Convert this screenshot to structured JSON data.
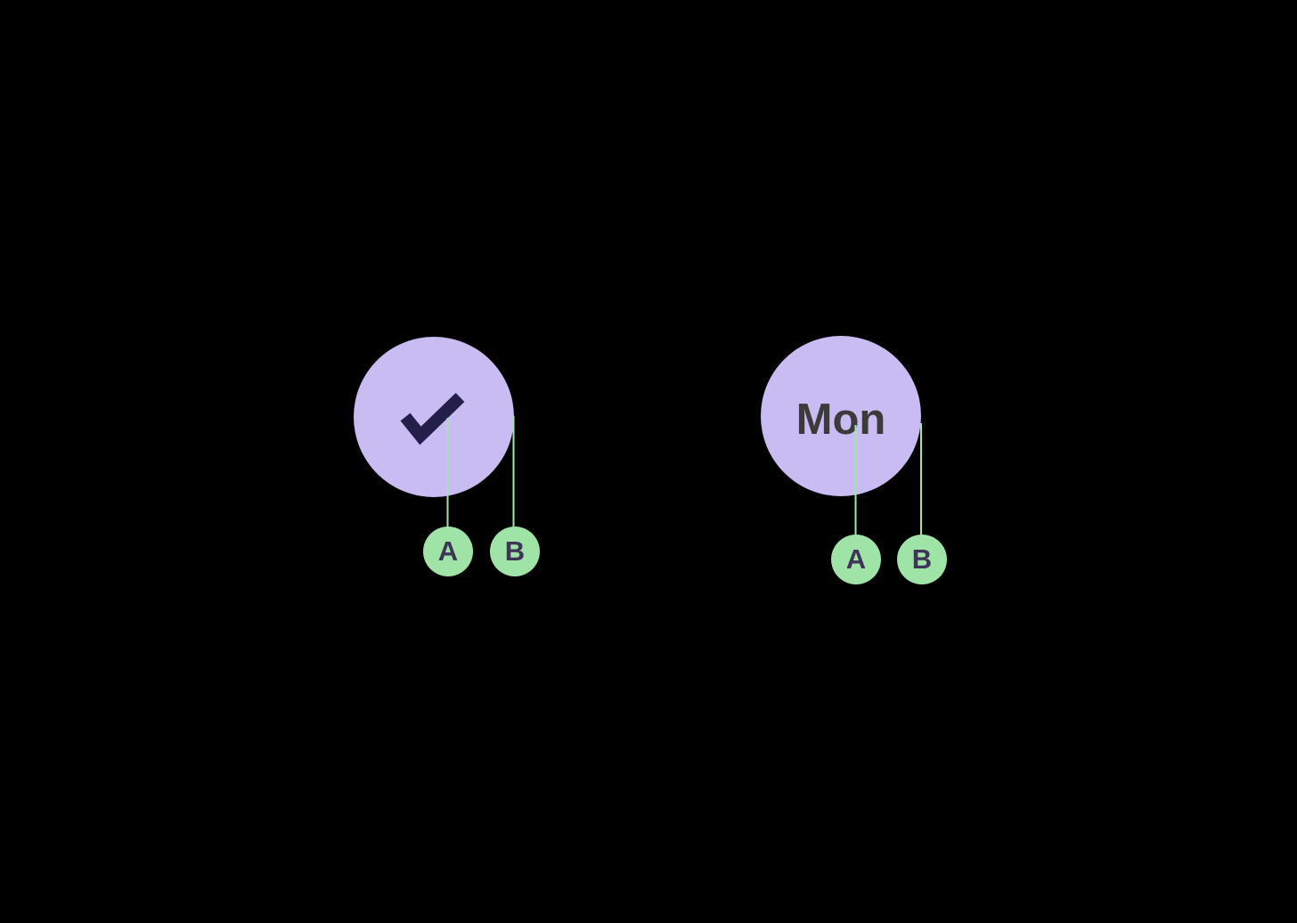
{
  "background": "#000000",
  "colors": {
    "node_fill": "#c9bcf2",
    "check_stroke": "#241e4a",
    "node_text": "#3b3b3b",
    "leaf_fill": "#9fe3a7",
    "leaf_text": "#3d3458",
    "edge_stroke": "#a3e4aa"
  },
  "nodes": [
    {
      "id": "check",
      "type": "icon",
      "icon": "checkmark-icon",
      "label": "",
      "children": [
        {
          "label": "A"
        },
        {
          "label": "B"
        }
      ]
    },
    {
      "id": "mon",
      "type": "text",
      "label": "Mon",
      "children": [
        {
          "label": "A"
        },
        {
          "label": "B"
        }
      ]
    }
  ]
}
